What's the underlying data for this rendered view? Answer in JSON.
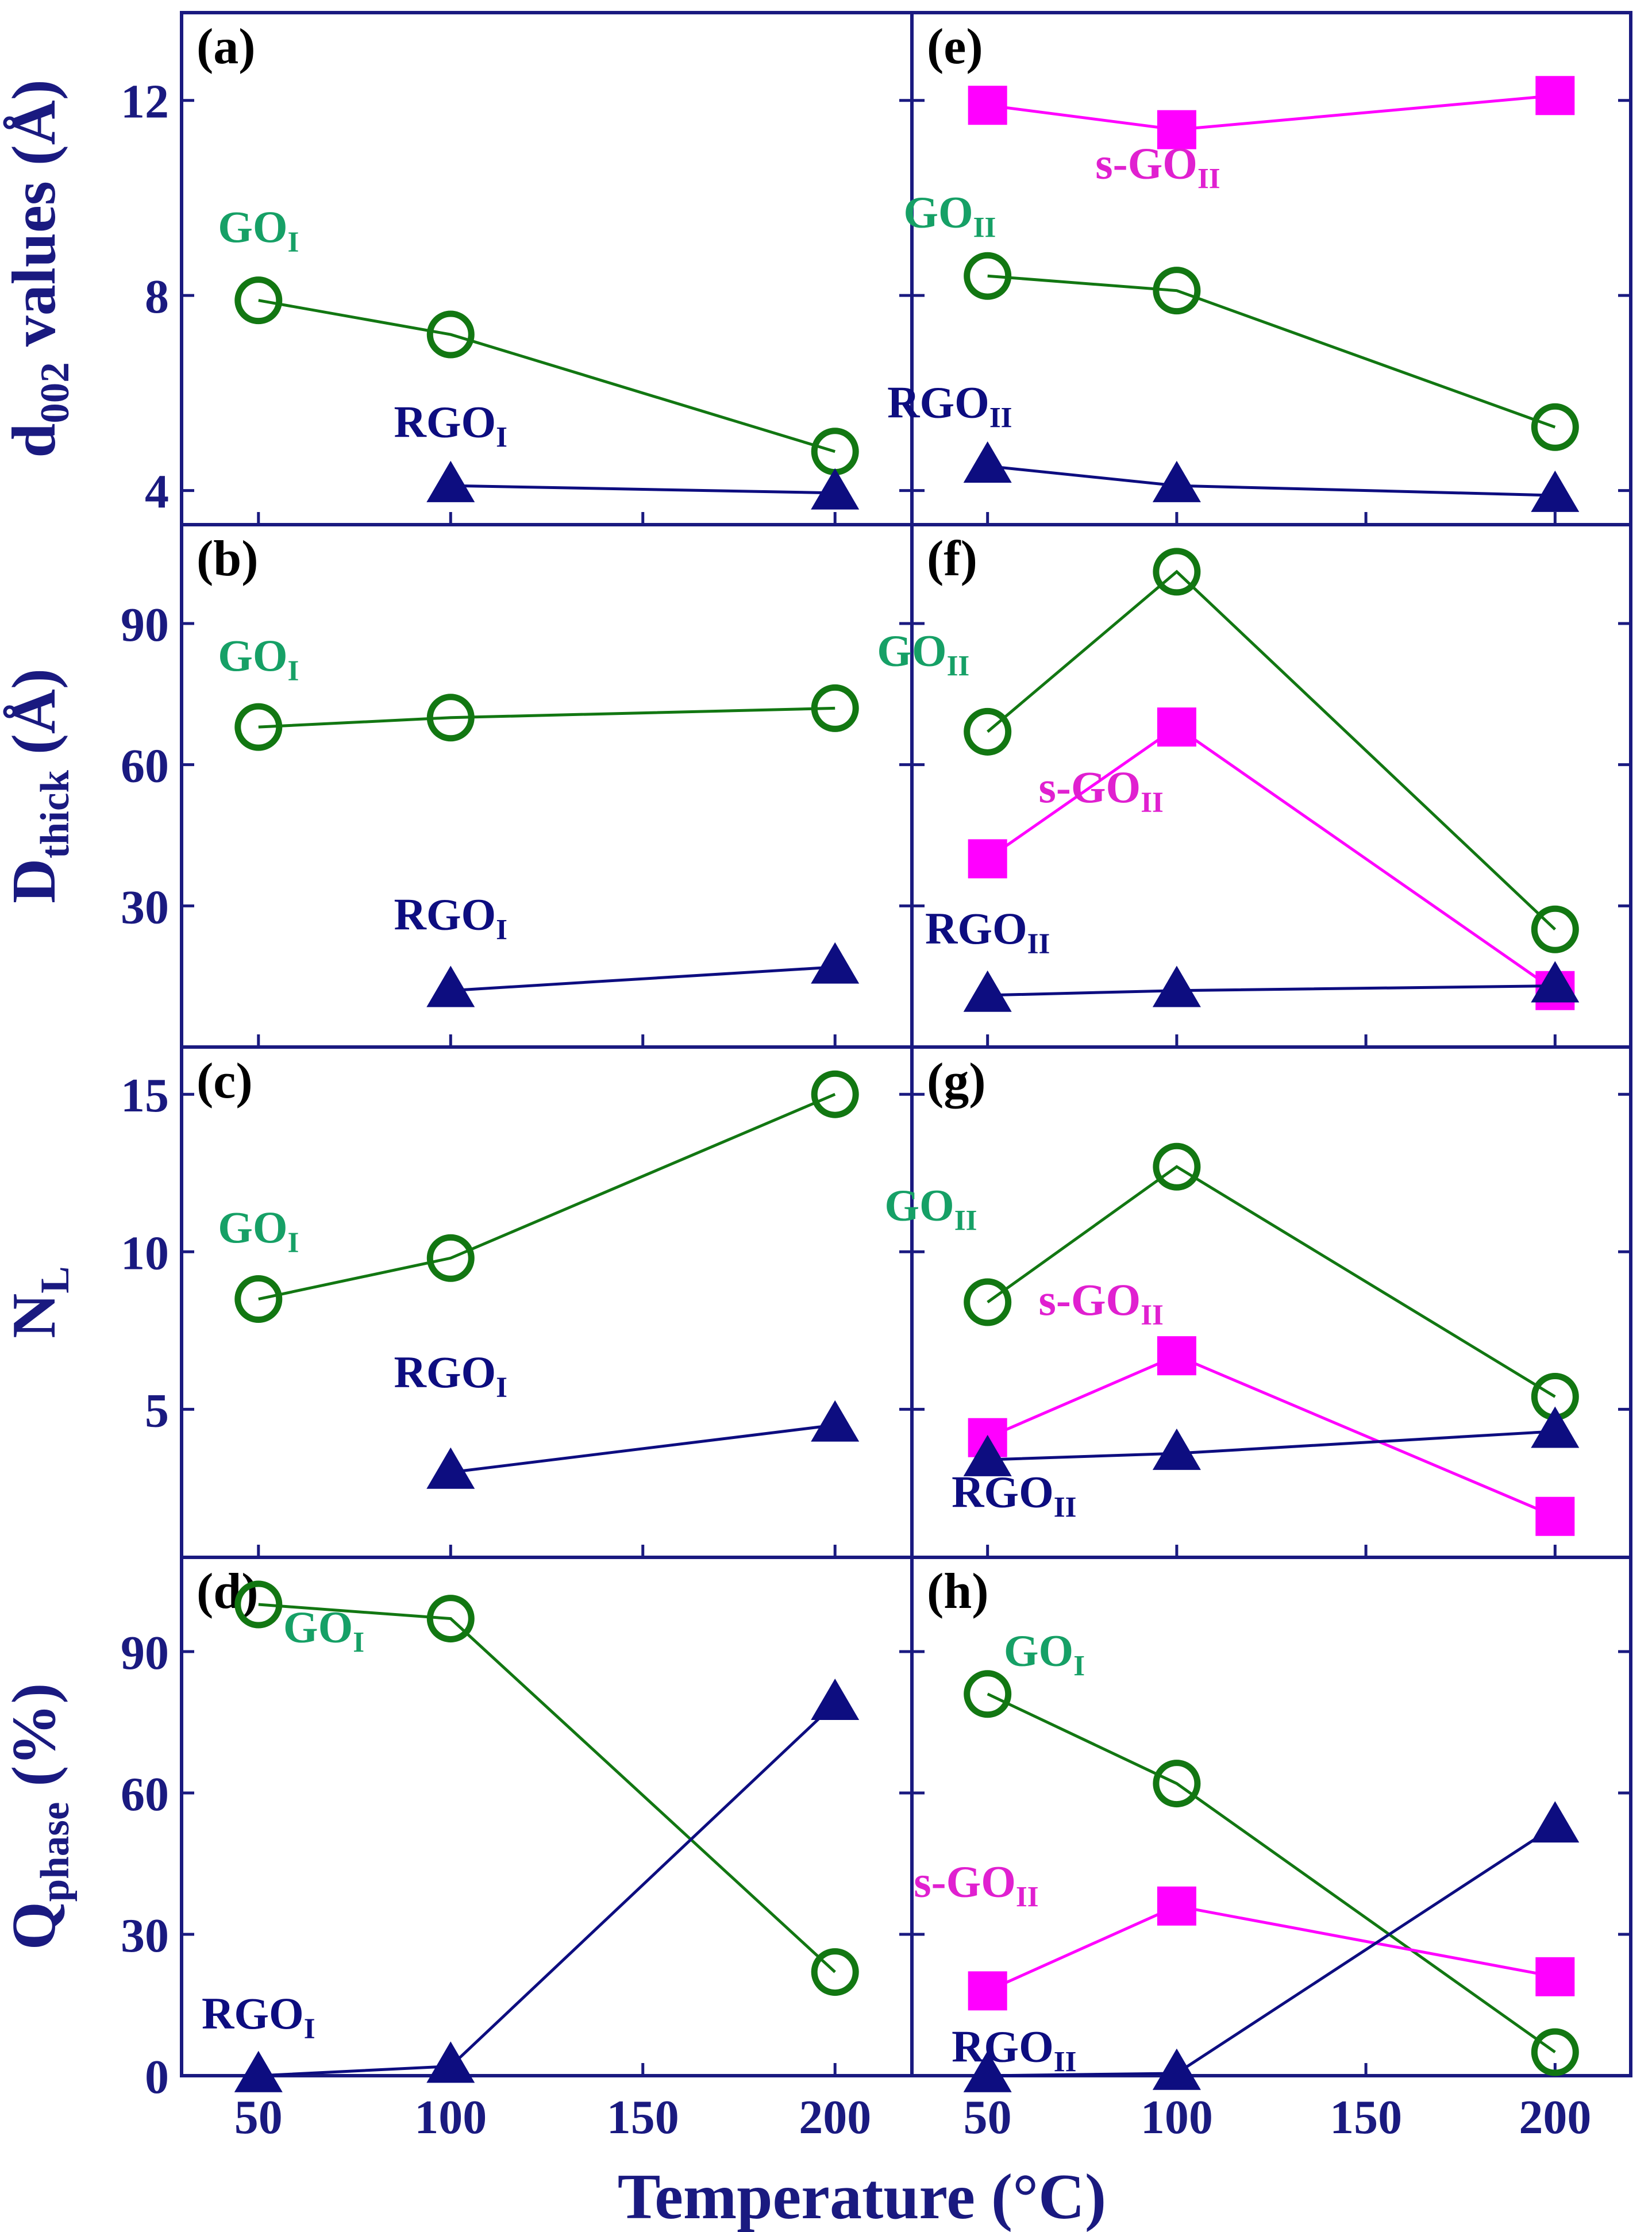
{
  "figure": {
    "xlabel": "Temperature (°C)",
    "colors": {
      "frame": "#1a1a80",
      "go": "#127712",
      "go_label": "#16a066",
      "rgo": "#0d0d80",
      "sgo": "#ff00ff",
      "sgo_label": "#e020d0"
    }
  },
  "chart_data": [
    {
      "type": "line",
      "panel": "(a)",
      "column": "left",
      "row": 0,
      "ylabel": {
        "main": "d",
        "sub": "002",
        "rest": " values (Å)"
      },
      "yticks": [
        4,
        8,
        12
      ],
      "ylim": [
        3.3,
        13.8
      ],
      "xticks": [
        50,
        100,
        150,
        200
      ],
      "xlim": [
        30,
        220
      ],
      "series": [
        {
          "name": "GO",
          "sub": "I",
          "marker": "circle",
          "color": "#127712",
          "label_color": "#16a066",
          "x": [
            50,
            100,
            200
          ],
          "y": [
            7.9,
            7.2,
            4.8
          ],
          "label_at": [
            50,
            9.1
          ]
        },
        {
          "name": "RGO",
          "sub": "I",
          "marker": "triangle",
          "color": "#0d0d80",
          "label_color": "#0d0d80",
          "x": [
            100,
            200
          ],
          "y": [
            4.1,
            3.95
          ],
          "label_at": [
            100,
            5.1
          ]
        }
      ]
    },
    {
      "type": "line",
      "panel": "(b)",
      "column": "left",
      "row": 1,
      "ylabel": {
        "main": "D",
        "sub": "thick",
        "rest": " (Å)"
      },
      "yticks": [
        30,
        60,
        90
      ],
      "ylim": [
        0,
        111
      ],
      "xticks": [
        50,
        100,
        150,
        200
      ],
      "xlim": [
        30,
        220
      ],
      "series": [
        {
          "name": "GO",
          "sub": "I",
          "marker": "circle",
          "color": "#127712",
          "label_color": "#16a066",
          "x": [
            50,
            100,
            200
          ],
          "y": [
            68,
            70,
            72
          ],
          "label_at": [
            50,
            80
          ]
        },
        {
          "name": "RGO",
          "sub": "I",
          "marker": "triangle",
          "color": "#0d0d80",
          "label_color": "#0d0d80",
          "x": [
            100,
            200
          ],
          "y": [
            12,
            17
          ],
          "label_at": [
            100,
            25
          ]
        }
      ]
    },
    {
      "type": "line",
      "panel": "(c)",
      "column": "left",
      "row": 2,
      "ylabel": {
        "main": "N",
        "sub": "L",
        "rest": ""
      },
      "yticks": [
        5,
        10,
        15
      ],
      "ylim": [
        0.3,
        16.5
      ],
      "xticks": [
        50,
        100,
        150,
        200
      ],
      "xlim": [
        30,
        220
      ],
      "series": [
        {
          "name": "GO",
          "sub": "I",
          "marker": "circle",
          "color": "#127712",
          "label_color": "#16a066",
          "x": [
            50,
            100,
            200
          ],
          "y": [
            8.5,
            9.8,
            15
          ],
          "label_at": [
            50,
            10.3
          ]
        },
        {
          "name": "RGO",
          "sub": "I",
          "marker": "triangle",
          "color": "#0d0d80",
          "label_color": "#0d0d80",
          "x": [
            100,
            200
          ],
          "y": [
            3,
            4.5
          ],
          "label_at": [
            100,
            5.7
          ]
        }
      ]
    },
    {
      "type": "line",
      "panel": "(d)",
      "column": "left",
      "row": 3,
      "ylabel": {
        "main": "Q",
        "sub": "phase",
        "rest": " (%)"
      },
      "yticks": [
        0,
        30,
        60,
        90
      ],
      "ylim": [
        0,
        110
      ],
      "xticks": [
        50,
        100,
        150,
        200
      ],
      "xlim": [
        30,
        220
      ],
      "series": [
        {
          "name": "GO",
          "sub": "I",
          "marker": "circle",
          "color": "#127712",
          "label_color": "#16a066",
          "x": [
            50,
            100,
            200
          ],
          "y": [
            100,
            97,
            22
          ],
          "label_at": [
            67,
            92
          ]
        },
        {
          "name": "RGO",
          "sub": "I",
          "marker": "triangle",
          "color": "#0d0d80",
          "label_color": "#0d0d80",
          "x": [
            50,
            100,
            200
          ],
          "y": [
            0,
            2,
            79
          ],
          "label_at": [
            50,
            10
          ]
        }
      ]
    },
    {
      "type": "line",
      "panel": "(e)",
      "column": "right",
      "row": 0,
      "yticks": [
        4,
        8,
        12
      ],
      "ylim": [
        3.3,
        13.8
      ],
      "xticks": [
        50,
        100,
        150,
        200
      ],
      "xlim": [
        30,
        220
      ],
      "series": [
        {
          "name": "s-GO",
          "sub": "II",
          "marker": "square",
          "color": "#ff00ff",
          "label_color": "#e020d0",
          "x": [
            50,
            100,
            200
          ],
          "y": [
            11.9,
            11.4,
            12.1
          ],
          "label_at": [
            95,
            10.4
          ]
        },
        {
          "name": "GO",
          "sub": "II",
          "marker": "circle",
          "color": "#127712",
          "label_color": "#16a066",
          "x": [
            50,
            100,
            200
          ],
          "y": [
            8.4,
            8.1,
            5.3
          ],
          "label_at": [
            40,
            9.4
          ]
        },
        {
          "name": "RGO",
          "sub": "II",
          "marker": "triangle",
          "color": "#0d0d80",
          "label_color": "#0d0d80",
          "x": [
            50,
            100,
            200
          ],
          "y": [
            4.5,
            4.1,
            3.9
          ],
          "label_at": [
            40,
            5.5
          ]
        }
      ]
    },
    {
      "type": "line",
      "panel": "(f)",
      "column": "right",
      "row": 1,
      "yticks": [
        30,
        60,
        90
      ],
      "ylim": [
        0,
        111
      ],
      "xticks": [
        50,
        100,
        150,
        200
      ],
      "xlim": [
        30,
        220
      ],
      "series": [
        {
          "name": "GO",
          "sub": "II",
          "marker": "circle",
          "color": "#127712",
          "label_color": "#16a066",
          "x": [
            50,
            100,
            200
          ],
          "y": [
            67,
            101,
            25
          ],
          "label_at": [
            33,
            81
          ]
        },
        {
          "name": "s-GO",
          "sub": "II",
          "marker": "square",
          "color": "#ff00ff",
          "label_color": "#e020d0",
          "x": [
            50,
            100,
            200
          ],
          "y": [
            40,
            68,
            12
          ],
          "label_at": [
            80,
            52
          ]
        },
        {
          "name": "RGO",
          "sub": "II",
          "marker": "triangle",
          "color": "#0d0d80",
          "label_color": "#0d0d80",
          "x": [
            50,
            100,
            200
          ],
          "y": [
            11,
            12,
            13
          ],
          "label_at": [
            50,
            22
          ]
        }
      ]
    },
    {
      "type": "line",
      "panel": "(g)",
      "column": "right",
      "row": 2,
      "yticks": [
        5,
        10,
        15
      ],
      "ylim": [
        0.3,
        16.5
      ],
      "xticks": [
        50,
        100,
        150,
        200
      ],
      "xlim": [
        30,
        220
      ],
      "series": [
        {
          "name": "GO",
          "sub": "II",
          "marker": "circle",
          "color": "#127712",
          "label_color": "#16a066",
          "x": [
            50,
            100,
            200
          ],
          "y": [
            8.4,
            12.7,
            5.4
          ],
          "label_at": [
            35,
            11
          ]
        },
        {
          "name": "s-GO",
          "sub": "II",
          "marker": "square",
          "color": "#ff00ff",
          "label_color": "#e020d0",
          "x": [
            50,
            100,
            200
          ],
          "y": [
            4.1,
            6.7,
            1.6
          ],
          "label_at": [
            80,
            8
          ]
        },
        {
          "name": "RGO",
          "sub": "II",
          "marker": "triangle",
          "color": "#0d0d80",
          "label_color": "#0d0d80",
          "x": [
            50,
            100,
            200
          ],
          "y": [
            3.4,
            3.6,
            4.3
          ],
          "label_at": [
            57,
            1.9
          ]
        }
      ]
    },
    {
      "type": "line",
      "panel": "(h)",
      "column": "right",
      "row": 3,
      "yticks": [
        0,
        30,
        60,
        90
      ],
      "ylim": [
        0,
        110
      ],
      "xticks": [
        50,
        100,
        150,
        200
      ],
      "xlim": [
        30,
        220
      ],
      "series": [
        {
          "name": "GO",
          "sub": "I",
          "marker": "circle",
          "color": "#127712",
          "label_color": "#16a066",
          "x": [
            50,
            100,
            200
          ],
          "y": [
            81,
            62,
            5
          ],
          "label_at": [
            65,
            87
          ]
        },
        {
          "name": "s-GO",
          "sub": "II",
          "marker": "square",
          "color": "#ff00ff",
          "label_color": "#e020d0",
          "x": [
            50,
            100,
            200
          ],
          "y": [
            18,
            36,
            21
          ],
          "label_at": [
            47,
            38
          ]
        },
        {
          "name": "RGO",
          "sub": "II",
          "marker": "triangle",
          "color": "#0d0d80",
          "label_color": "#0d0d80",
          "x": [
            50,
            100,
            200
          ],
          "y": [
            0,
            0.5,
            53
          ],
          "label_at": [
            57,
            3
          ]
        }
      ]
    }
  ]
}
